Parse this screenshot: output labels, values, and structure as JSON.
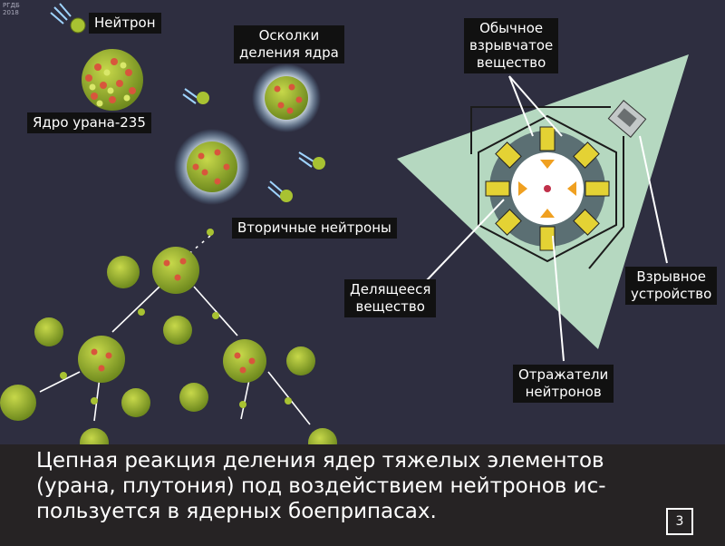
{
  "watermark": [
    "РГДБ",
    "2018"
  ],
  "labels": {
    "neutron": "Нейтрон",
    "fragments": [
      "Осколки",
      "деления ядра"
    ],
    "uranium": "Ядро урана-235",
    "secondary": "Вторичные нейтроны",
    "explosive": [
      "Обычное",
      "взрывчатое",
      "вещество"
    ],
    "fissile": [
      "Делящееся",
      "вещество"
    ],
    "detonator": [
      "Взрывное",
      "устройство"
    ],
    "reflectors": [
      "Отражатели",
      "нейтронов"
    ]
  },
  "caption": [
    "Цепная реакция деления ядер тяжелых элементов",
    "(урана, плутония) под воздействием нейтронов ис-",
    "пользуется в ядерных боеприпасах."
  ],
  "page": "3",
  "colors": {
    "background": "#2e2e40",
    "nucleus": "#9ab52f",
    "neutron": "#a8c232",
    "cone": "#b5d8c0",
    "explosive": "#e4d234",
    "caption_bg": "#262324"
  }
}
